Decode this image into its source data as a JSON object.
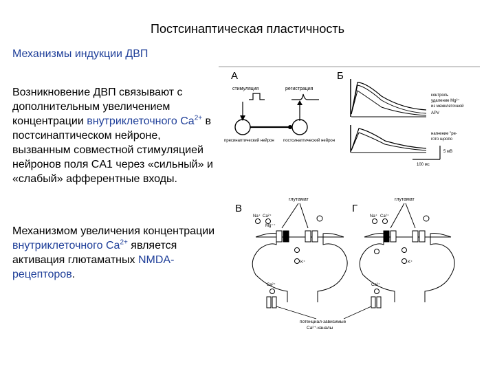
{
  "header": {
    "title": "Постсинаптическая пластичность"
  },
  "subtitle": "Механизмы индукции ДВП",
  "paragraph1": {
    "part1": "Возникновение ДВП связывают с дополнительным увеличением концентрации ",
    "highlight1": "внутриклеточного Ca",
    "sup1": "2+",
    "part2": " в постсинаптическом нейроне, вызванным совместной стимуляцией нейронов поля CA1 через «сильный» и «слабый» афферентные входы."
  },
  "paragraph2": {
    "part1": "Механизмом увеличения концентрации ",
    "highlight1": "внутриклеточного Ca",
    "sup1": "2+",
    "part2": " является активация глютаматных ",
    "highlight2": "NMDA-рецепторов",
    "part3": "."
  },
  "figure": {
    "panel_a": {
      "letter": "А",
      "stim_label": "стимуляция",
      "reg_label": "регистрация",
      "pre_label": "пресинаптический нейрон",
      "post_label": "постсинаптический нейрон"
    },
    "panel_b": {
      "letter": "Б",
      "legend_top": "контроль",
      "legend_mid": "удаление Mg²⁺",
      "legend_mid2": "из межклеточной",
      "legend_low": "АРV",
      "legend_bottom": "нагнение \"ре-",
      "legend_bottom2": "гото щоопо",
      "scale_v": "5 мВ",
      "scale_t": "100 мс"
    },
    "panel_v": {
      "letter": "В",
      "glutamate": "глутамат",
      "na": "Na⁺",
      "ca": "Ca²⁺",
      "mg": "Mg⁺⁺",
      "k": "K⁺",
      "ca_low": "Ca²⁺"
    },
    "panel_g": {
      "letter": "Г",
      "glutamate": "глутамат",
      "na": "Na⁺",
      "ca": "Ca²⁺",
      "k": "K⁺",
      "ca_low": "Ca²⁺"
    },
    "channels_label_1": "потенциал-зависимые",
    "channels_label_2": "Ca²⁺-каналы"
  }
}
